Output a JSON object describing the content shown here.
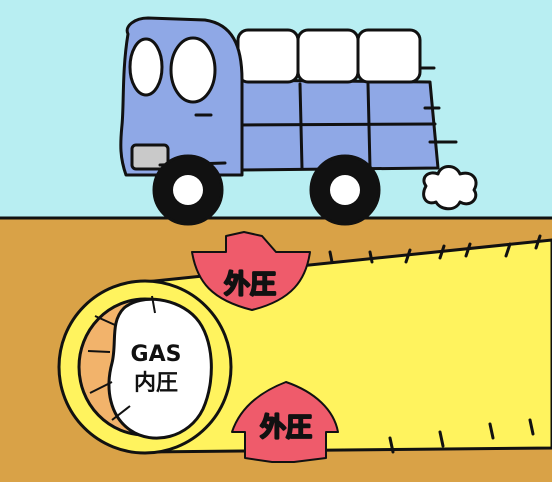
{
  "diagram": {
    "external_pressure_top_label": "外圧",
    "external_pressure_bottom_label": "外圧",
    "gas_label": "GAS",
    "internal_pressure_label": "内圧"
  },
  "colors": {
    "sky": "#b8eef2",
    "soil": "#d9a247",
    "truck_body": "#8fa8e6",
    "truck_outline": "#111111",
    "arrow_red": "#ef5b6b",
    "pipe_yellow": "#fff35e",
    "pipe_outline": "#111111",
    "gas_bubble": "#ffffff",
    "pipe_inner_orange": "#f2b36b"
  }
}
